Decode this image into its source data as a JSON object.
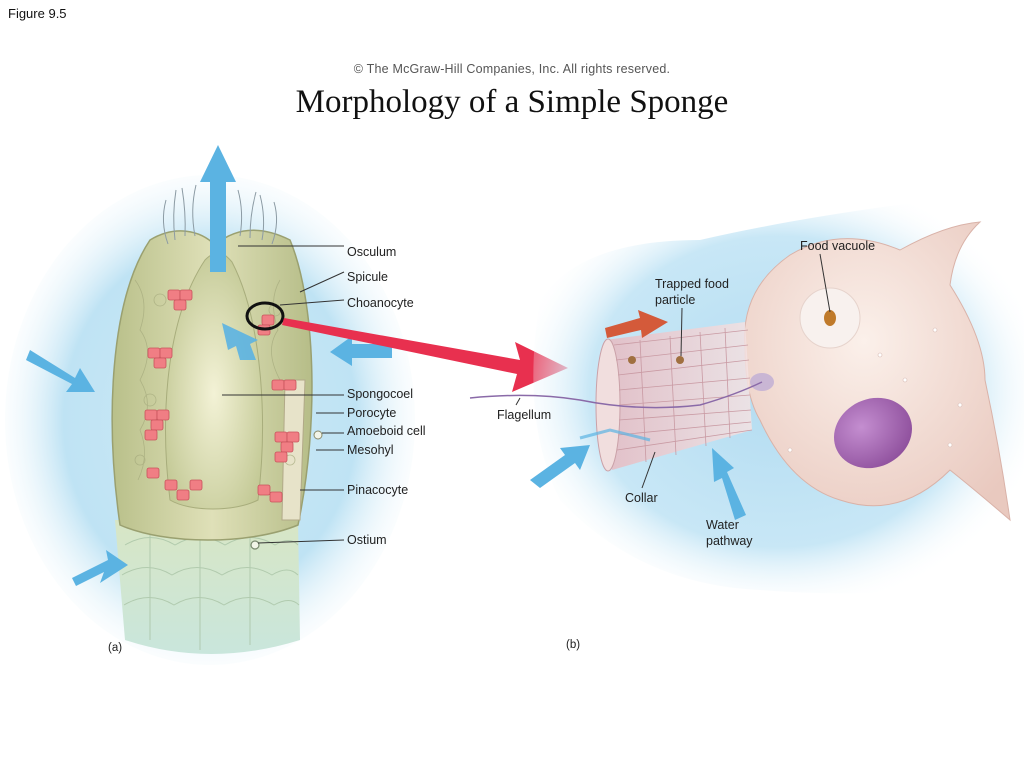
{
  "figure_number": "Figure 9.5",
  "copyright": "© The McGraw-Hill Companies, Inc. All rights reserved.",
  "title": "Morphology of a Simple Sponge",
  "panel_a": {
    "label": "(a)",
    "labels": [
      "Osculum",
      "Spicule",
      "Choanocyte",
      "Spongocoel",
      "Porocyte",
      "Amoeboid cell",
      "Mesohyl",
      "Pinacocyte",
      "Ostium"
    ]
  },
  "panel_b": {
    "label": "(b)",
    "labels": {
      "food_vacuole": "Food vacuole",
      "trapped_food_line1": "Trapped food",
      "trapped_food_line2": "particle",
      "flagellum": "Flagellum",
      "collar": "Collar",
      "water_line1": "Water",
      "water_line2": "pathway"
    }
  },
  "colors": {
    "water_arrow": "#5bb3e2",
    "zoom_arrow": "#e8304f",
    "choanocyte": "#f07e84",
    "water_glow": "#bfe3f4",
    "cell_body": "#f1ddd6",
    "nucleus": "#a96cb5"
  }
}
